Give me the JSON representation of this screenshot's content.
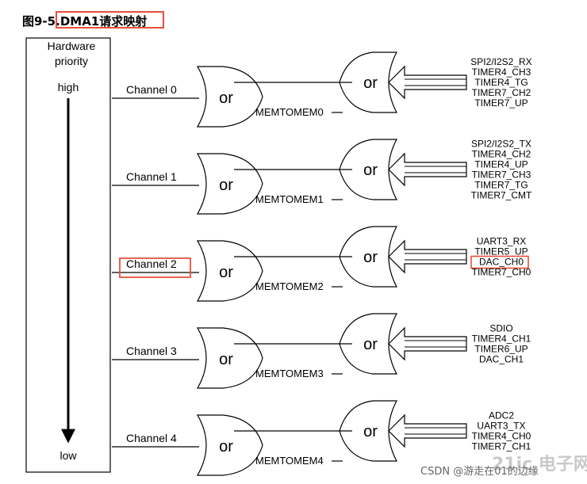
{
  "figure": {
    "title_prefix": "图9-5.",
    "title_main": "DMA1请求映射"
  },
  "priority": {
    "heading_line1": "Hardware",
    "heading_line2": "priority",
    "high": "high",
    "low": "low"
  },
  "gate_label": "or",
  "channels": [
    {
      "label": "Channel 0",
      "memtomem": "MEMTOMEM0",
      "requests": [
        "SPI2/I2S2_RX",
        "TIMER4_CH3",
        "TIMER4_TG",
        "TIMER7_CH2",
        "TIMER7_UP"
      ]
    },
    {
      "label": "Channel 1",
      "memtomem": "MEMTOMEM1",
      "requests": [
        "SPI2/I2S2_TX",
        "TIMER4_CH2",
        "TIMER4_UP",
        "TIMER7_CH3",
        "TIMER7_TG",
        "TIMER7_CMT"
      ]
    },
    {
      "label": "Channel 2",
      "memtomem": "MEMTOMEM2",
      "requests": [
        "UART3_RX",
        "TIMER5_UP",
        "DAC_CH0",
        "TIMER7_CH0"
      ]
    },
    {
      "label": "Channel 3",
      "memtomem": "MEMTOMEM3",
      "requests": [
        "SDIO",
        "TIMER4_CH1",
        "TIMER6_UP",
        "DAC_CH1"
      ]
    },
    {
      "label": "Channel 4",
      "memtomem": "MEMTOMEM4",
      "requests": [
        "ADC2",
        "UART3_TX",
        "TIMER4_CH0",
        "TIMER7_CH1"
      ]
    }
  ],
  "highlights": {
    "channel": "Channel 2",
    "request": "DAC_CH0",
    "color": "#e8503a"
  },
  "watermark": {
    "text": "CSDN @游走在01的边缘",
    "logo": "21ic 电子网"
  }
}
